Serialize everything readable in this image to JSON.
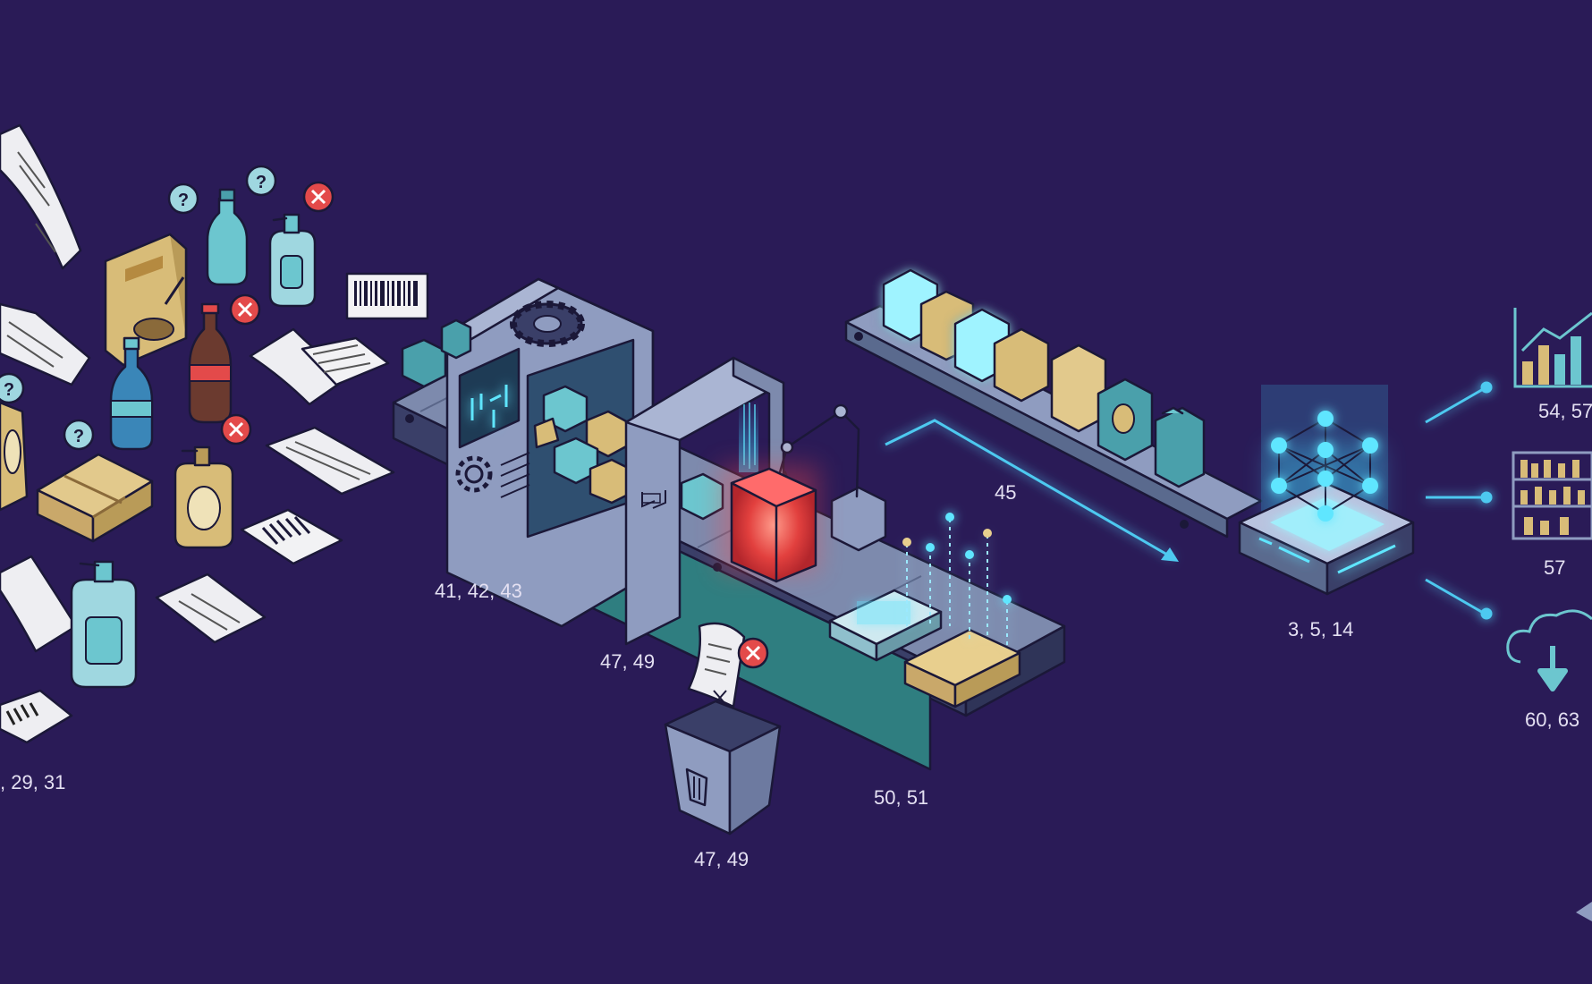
{
  "labels": {
    "inputs": ", 29, 31",
    "sorting_machine": "41, 42, 43",
    "scanner_gate": "47, 49",
    "discard_bin": "47, 49",
    "data_extraction": "50, 51",
    "arrow_to_model": "45",
    "ai_model": "3, 5, 14",
    "analytics_output": "54, 57",
    "shelf_output": "57",
    "cloud_output": "60, 63"
  },
  "colors": {
    "background": "#2a1b57",
    "machine": "#8f9cc0",
    "conveyor": "#5a6a8e",
    "teal_box": "#6cc6cf",
    "tan_box": "#d8bc78",
    "glow": "#5ee6ff",
    "reject": "#e34a4a",
    "label": "#e4e0f2"
  },
  "icons": [
    "receipt-icon",
    "barcode-icon",
    "question-icon",
    "reject-x-icon",
    "gear-icon",
    "trash-icon",
    "neural-network-icon",
    "bar-chart-icon",
    "shelf-icon",
    "cloud-download-icon"
  ]
}
